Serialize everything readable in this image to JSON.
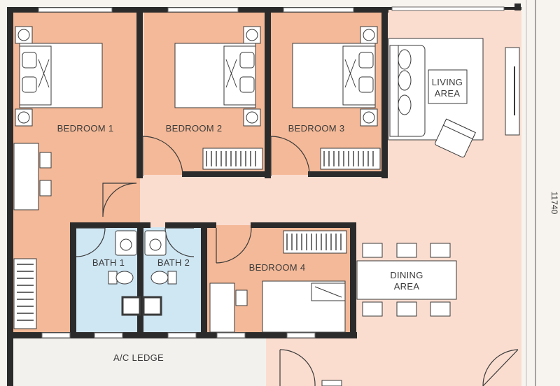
{
  "rooms": {
    "bedroom1": "BEDROOM 1",
    "bedroom2": "BEDROOM 2",
    "bedroom3": "BEDROOM 3",
    "bedroom4": "BEDROOM 4",
    "bath1": "BATH 1",
    "bath2": "BATH 2",
    "living_line1": "LIVING",
    "living_line2": "AREA",
    "dining_line1": "DINING",
    "dining_line2": "AREA",
    "ac_ledge": "A/C LEDGE"
  },
  "dimension": "11740",
  "colors": {
    "bedroom": "#f4b998",
    "common": "#fbddd0",
    "bath": "#cfe6f3",
    "ledge": "#f3f1ee",
    "wall": "#2b2b2b",
    "furniture": "#ffffff",
    "line": "#3a3a3a"
  }
}
